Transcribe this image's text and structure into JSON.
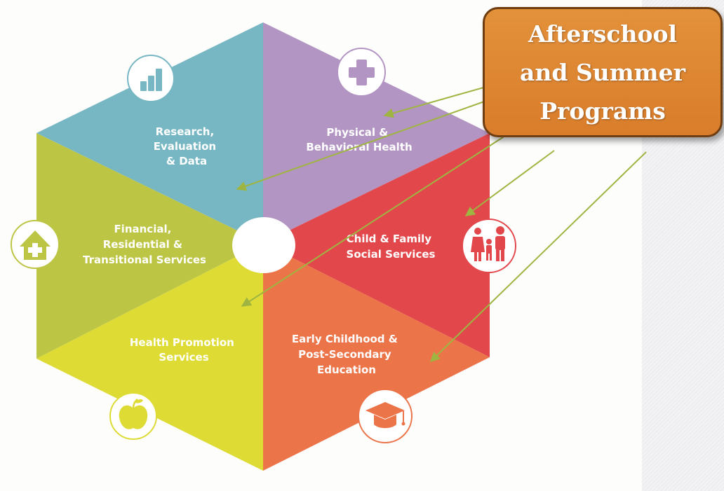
{
  "callout": {
    "lines": [
      "Afterschool",
      "and Summer",
      "Programs"
    ],
    "fill": "#e08a35",
    "border": "#6e3d12"
  },
  "segments": [
    {
      "id": "research",
      "lines": [
        "Research,",
        "Evaluation",
        "& Data"
      ],
      "color": "#77b7c3",
      "icon": "bar-chart-icon"
    },
    {
      "id": "physical",
      "lines": [
        "Physical &",
        "Behavioral Health"
      ],
      "color": "#b395c3",
      "icon": "plus-icon"
    },
    {
      "id": "child",
      "lines": [
        "Child & Family",
        "Social Services"
      ],
      "color": "#e2484b",
      "icon": "family-icon"
    },
    {
      "id": "early",
      "lines": [
        "Early Childhood &",
        "Post-Secondary",
        "Education"
      ],
      "color": "#ec7449",
      "icon": "graduation-cap-icon"
    },
    {
      "id": "health",
      "lines": [
        "Health Promotion",
        "Services"
      ],
      "color": "#dedb34",
      "icon": "apple-icon"
    },
    {
      "id": "financial",
      "lines": [
        "Financial,",
        "Residential &",
        "Transitional Services"
      ],
      "color": "#bcc544",
      "icon": "house-icon"
    }
  ],
  "arrow_color": "#9fb541"
}
